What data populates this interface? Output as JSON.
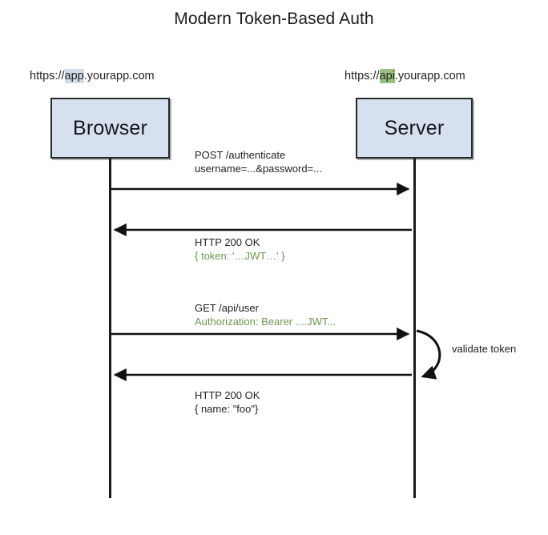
{
  "diagram": {
    "title": "Modern Token-Based Auth",
    "type": "sequence-diagram",
    "colors": {
      "box_fill": "#d6e0ef",
      "box_border": "#26282b",
      "accent_green_text": "#6d9551",
      "highlight_blue": "#cfdcea",
      "highlight_green": "#9cc084",
      "line": "#1a1a1a",
      "background": "#ffffff"
    }
  },
  "participants": [
    {
      "id": "browser",
      "label": "Browser",
      "url": {
        "prefix": "https://",
        "highlight": "app",
        "suffix": ".yourapp.com",
        "full": "https://app.yourapp.com",
        "highlight_color": "#cfdcea"
      }
    },
    {
      "id": "server",
      "label": "Server",
      "url": {
        "prefix": "https://",
        "highlight": "api",
        "suffix": ".yourapp.com",
        "full": "https://api.yourapp.com",
        "highlight_color": "#9cc084"
      }
    }
  ],
  "messages": [
    {
      "index": 1,
      "from": "browser",
      "to": "server",
      "direction": "right",
      "lines": [
        {
          "text": "POST /authenticate",
          "style": "primary"
        },
        {
          "text": "username=...&password=...",
          "style": "secondary"
        }
      ]
    },
    {
      "index": 2,
      "from": "server",
      "to": "browser",
      "direction": "left",
      "lines": [
        {
          "text": "HTTP 200 OK",
          "style": "primary"
        },
        {
          "text": "{ token: '…JWT…' }",
          "style": "accent"
        }
      ]
    },
    {
      "index": 3,
      "from": "browser",
      "to": "server",
      "direction": "right",
      "lines": [
        {
          "text": "GET /api/user",
          "style": "primary"
        },
        {
          "text": "Authorization: Bearer ....JWT...",
          "style": "accent"
        }
      ]
    },
    {
      "index": 4,
      "from": "server",
      "to": "browser",
      "direction": "left",
      "lines": [
        {
          "text": "HTTP 200 OK",
          "style": "primary"
        },
        {
          "text": "{ name: \"foo\"}",
          "style": "secondary"
        }
      ]
    }
  ],
  "self_messages": [
    {
      "on": "server",
      "label": "validate token"
    }
  ]
}
